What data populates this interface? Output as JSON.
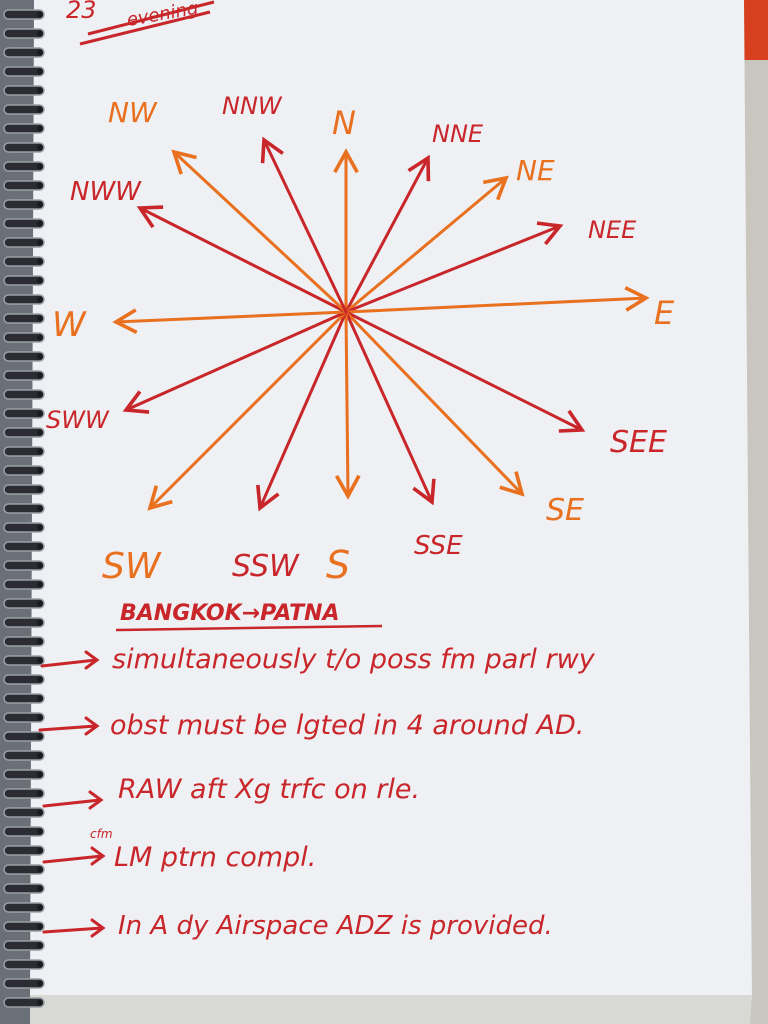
{
  "header_scribble": "23",
  "header_sub": "evening",
  "compass": {
    "labels": {
      "N": "N",
      "NNE": "NNE",
      "NE": "NE",
      "NEE": "NEE",
      "E": "E",
      "SEE": "SEE",
      "SE": "SE",
      "SSE": "SSE",
      "S": "S",
      "SSW": "SSW",
      "SW": "SW",
      "SWW": "SWW",
      "W": "W",
      "NWW": "NWW",
      "NW": "NW",
      "NNW": "NNW"
    }
  },
  "notes": {
    "heading": "BANGKOK→PATNA",
    "lines": [
      "simultaneously t/o poss fm parl rwy",
      "obst must be lgted in 4 around AD.",
      "RAW aft Xg trfc on rle.",
      "LM ptrn compl.",
      "In A dy Airspace ADZ is provided."
    ],
    "cfm": "cfm"
  },
  "colors": {
    "paper": "#eef0f3",
    "red_ink": "#c8262a",
    "orange_ink": "#e8701f"
  }
}
